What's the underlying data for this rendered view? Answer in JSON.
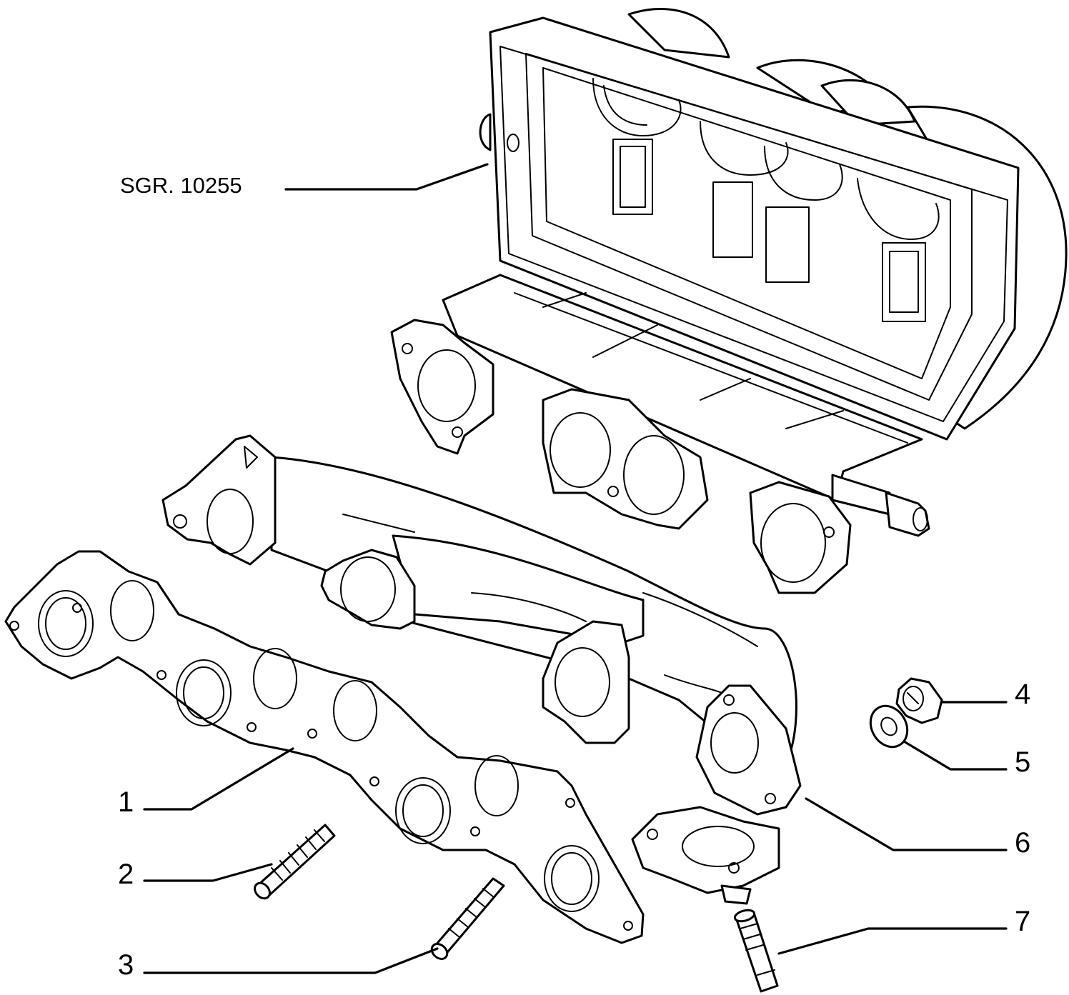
{
  "diagram": {
    "reference_label": "SGR. 10255",
    "callouts": [
      {
        "id": "1",
        "label": "1"
      },
      {
        "id": "2",
        "label": "2"
      },
      {
        "id": "3",
        "label": "3"
      },
      {
        "id": "4",
        "label": "4"
      },
      {
        "id": "5",
        "label": "5"
      },
      {
        "id": "6",
        "label": "6"
      },
      {
        "id": "7",
        "label": "7"
      }
    ],
    "line_color": "#000000",
    "background_color": "#ffffff"
  }
}
